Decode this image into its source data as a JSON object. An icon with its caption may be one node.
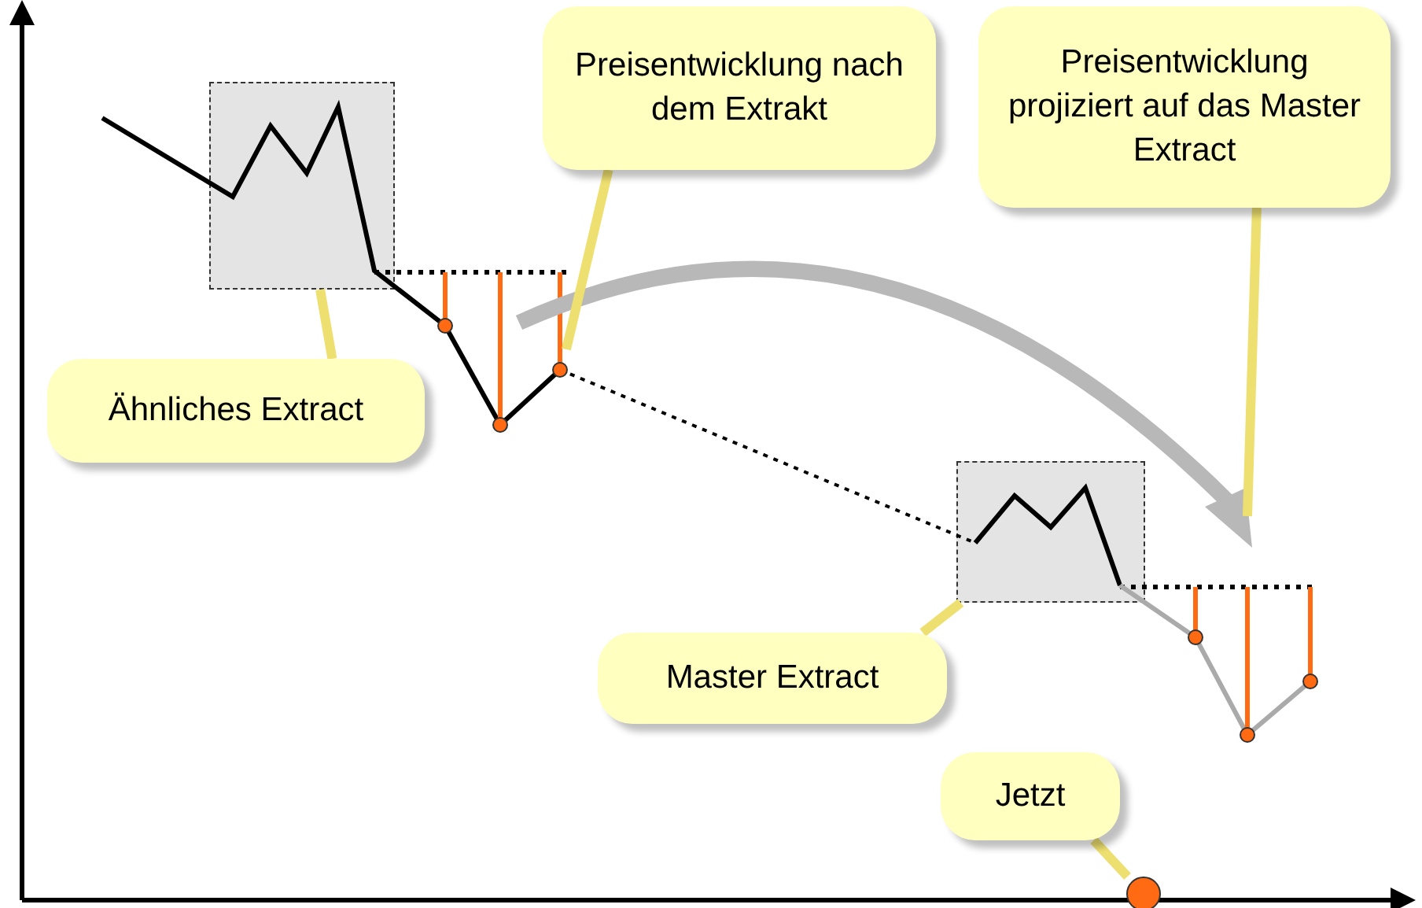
{
  "diagram": {
    "nodes": [
      {
        "text": [
          "Preisentwicklung nach dem Extrakt"
        ]
      },
      {
        "text": [
          "Preisentwicklung projiziert auf das Master Extract"
        ]
      },
      {
        "text": [],
        "shape": "box"
      },
      {
        "text": [
          "Ähnliches Extract"
        ]
      },
      {
        "text": [],
        "shape": "box"
      },
      {
        "text": [
          "Master Extract"
        ]
      },
      {
        "text": [
          "Jetzt"
        ]
      },
      {
        "text": [],
        "shape": "circle"
      }
    ],
    "edges": [
      {
        "from": 0,
        "to": null,
        "arrow": "none"
      },
      {
        "from": 1,
        "to": null,
        "arrow": "none"
      },
      {
        "from": 3,
        "to": 2,
        "arrow": "none"
      },
      {
        "from": 5,
        "to": 4,
        "arrow": "none"
      },
      {
        "from": 6,
        "to": 7,
        "arrow": "none"
      }
    ]
  }
}
